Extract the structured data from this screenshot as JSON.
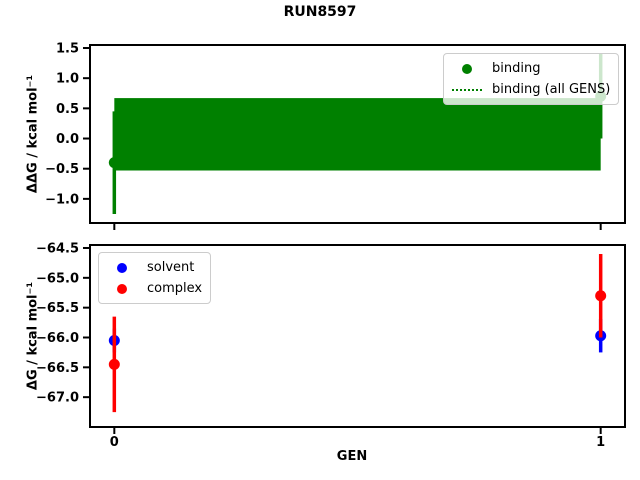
{
  "title": "RUN8597",
  "colors": {
    "binding": "#008000",
    "solvent": "#0000ff",
    "complex": "#ff0000",
    "axes": "#000000",
    "legend_border": "#cccccc"
  },
  "chart_data": [
    {
      "type": "scatter",
      "title": "",
      "xlabel": "",
      "ylabel": "ΔΔG / kcal mol⁻¹",
      "xlim": [
        -0.05,
        1.05
      ],
      "ylim": [
        -1.4,
        1.55
      ],
      "grid": false,
      "xticks": [
        {
          "v": 0,
          "label": ""
        },
        {
          "v": 1,
          "label": ""
        }
      ],
      "yticks": [
        {
          "v": 1.5,
          "label": "1.5"
        },
        {
          "v": 1.0,
          "label": "1.0"
        },
        {
          "v": 0.5,
          "label": "0.5"
        },
        {
          "v": 0.0,
          "label": "0.0"
        },
        {
          "v": -0.5,
          "label": "−0.5"
        },
        {
          "v": -1.0,
          "label": "−1.0"
        }
      ],
      "band": {
        "label": "binding (all GENS)",
        "x": [
          0,
          1
        ],
        "center": 0.07,
        "y_low": -0.53,
        "y_high": 0.67,
        "color": "#008000",
        "line_style": "dotted"
      },
      "series": [
        {
          "name": "binding",
          "color": "#008000",
          "marker": "circle",
          "points": [
            {
              "x": 0,
              "y": -0.4,
              "yerr": 0.85
            },
            {
              "x": 1,
              "y": 0.7,
              "yerr": 0.7
            }
          ]
        }
      ],
      "legend": {
        "position": "upper right",
        "items": [
          {
            "label": "binding",
            "marker": "dot",
            "color": "#008000"
          },
          {
            "label": "binding (all GENS)",
            "marker": "dotted-line",
            "color": "#008000"
          }
        ]
      }
    },
    {
      "type": "scatter",
      "title": "",
      "xlabel": "GEN",
      "ylabel": "ΔG / kcal mol⁻¹",
      "xlim": [
        -0.05,
        1.05
      ],
      "ylim": [
        -67.5,
        -64.45
      ],
      "grid": false,
      "xticks": [
        {
          "v": 0,
          "label": "0"
        },
        {
          "v": 1,
          "label": "1"
        }
      ],
      "yticks": [
        {
          "v": -64.5,
          "label": "−64.5"
        },
        {
          "v": -65.0,
          "label": "−65.0"
        },
        {
          "v": -65.5,
          "label": "−65.5"
        },
        {
          "v": -66.0,
          "label": "−66.0"
        },
        {
          "v": -66.5,
          "label": "−66.5"
        },
        {
          "v": -67.0,
          "label": "−67.0"
        }
      ],
      "series": [
        {
          "name": "solvent",
          "color": "#0000ff",
          "marker": "circle",
          "points": [
            {
              "x": 0,
              "y": -66.05,
              "yerr": 0.2
            },
            {
              "x": 1,
              "y": -65.97,
              "yerr": 0.28
            }
          ]
        },
        {
          "name": "complex",
          "color": "#ff0000",
          "marker": "circle",
          "points": [
            {
              "x": 0,
              "y": -66.45,
              "yerr": 0.8
            },
            {
              "x": 1,
              "y": -65.3,
              "yerr": 0.7
            }
          ]
        }
      ],
      "legend": {
        "position": "upper left",
        "items": [
          {
            "label": "solvent",
            "marker": "dot",
            "color": "#0000ff"
          },
          {
            "label": "complex",
            "marker": "dot",
            "color": "#ff0000"
          }
        ]
      }
    }
  ]
}
